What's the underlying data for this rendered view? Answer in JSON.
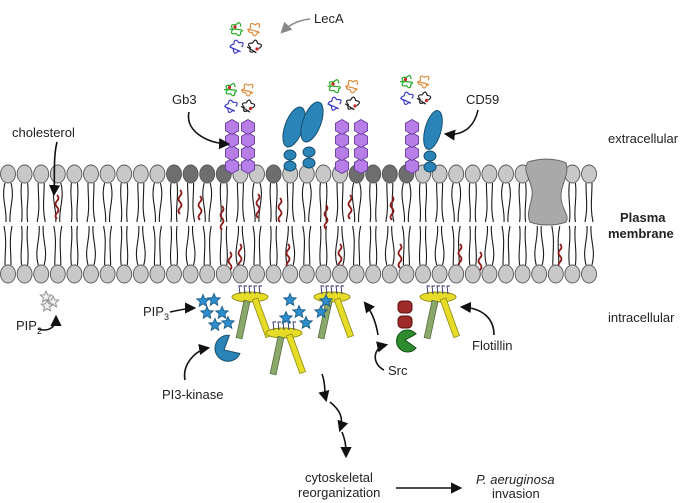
{
  "labels": {
    "lecA": "LecA",
    "gb3": "Gb3",
    "cd59": "CD59",
    "cholesterol": "cholesterol",
    "extracellular": "extracellular",
    "plasma_membrane_line1": "Plasma",
    "plasma_membrane_line2": "membrane",
    "intracellular": "intracellular",
    "pip2_base": "PIP",
    "pip2_sub": "2",
    "pip3_base": "PIP",
    "pip3_sub": "3",
    "pi3_kinase": "PI3-kinase",
    "src": "Src",
    "flotillin": "Flotillin",
    "cytoskeletal_line1": "cytoskeletal",
    "cytoskeletal_line2": "reorganization",
    "pathogen_italic": "P. aeruginosa",
    "pathogen_line2": "invasion"
  },
  "colors": {
    "lipid_head": "#c8c8c8",
    "raft_lipid_head": "#6e6e6e",
    "tail": "#1a1a1a",
    "cholesterol": "#8b1a1a",
    "gb3_sugar": "#b77ee8",
    "cd59": "#2b84b8",
    "pip3_star": "#2b8fcf",
    "pip2_star": "#cccccc",
    "pi3_kinase": "#2b84b8",
    "src": "#2e8b2e",
    "src_domain": "#9e2a2a",
    "flotillin_yellow": "#e6dc28",
    "flotillin_green": "#8aa86a",
    "channel": "#a9a9a9"
  },
  "icons": {
    "lectin": "lectin-tetramer-icon",
    "star": "pip-star-icon",
    "pacman": "kinase-pacman-icon"
  }
}
